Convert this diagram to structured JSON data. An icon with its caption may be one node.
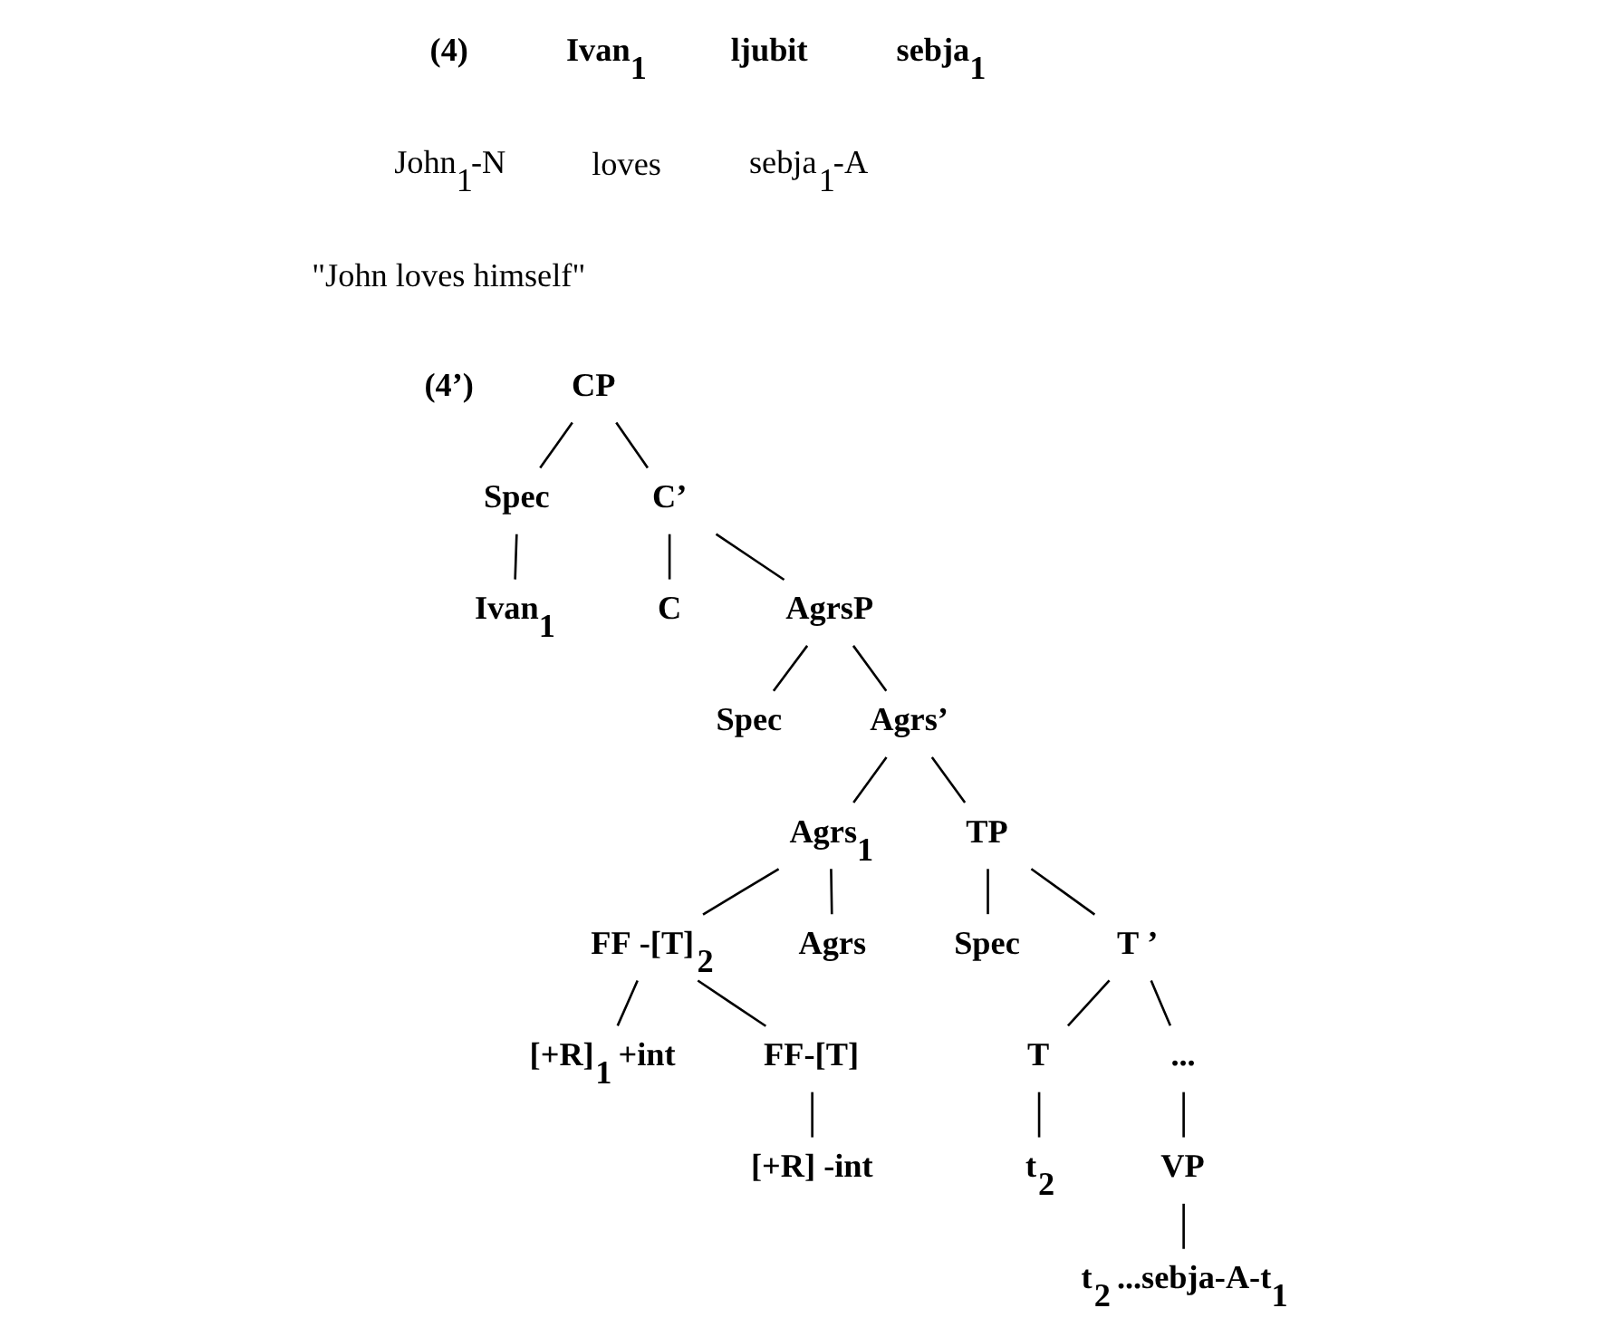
{
  "diagram": {
    "nodes": [
      {
        "text": [
          "CP"
        ]
      },
      {
        "text": [
          "Spec"
        ]
      },
      {
        "text": [
          "C’"
        ]
      },
      {
        "text": [
          "Ivan$_{1}$"
        ]
      },
      {
        "text": [
          "C"
        ]
      },
      {
        "text": [
          "AgrsP"
        ]
      },
      {
        "text": [
          "Spec"
        ]
      },
      {
        "text": [
          "Agrs’"
        ]
      },
      {
        "text": [
          "Agrs$_{1}$"
        ]
      },
      {
        "text": [
          "TP"
        ]
      },
      {
        "text": [
          "FF -[T]$_{2}$"
        ]
      },
      {
        "text": [
          "Agrs"
        ]
      },
      {
        "text": [
          "Spec"
        ]
      },
      {
        "text": [
          "T ’"
        ]
      },
      {
        "text": [
          "[+R]$_{1}$ +int"
        ]
      },
      {
        "text": [
          "FF-[T]"
        ]
      },
      {
        "text": [
          "T"
        ]
      },
      {
        "text": [
          "..."
        ]
      },
      {
        "text": [
          "[+R] -int"
        ]
      },
      {
        "text": [
          "t$_{2}$"
        ]
      },
      {
        "text": [
          "VP"
        ]
      },
      {
        "text": [
          "t$_{2}$ ...sebja-A-t$_{1}$"
        ]
      }
    ],
    "edges": [
      {
        "from": 0,
        "to": 1,
        "arrow": "none"
      },
      {
        "from": 0,
        "to": 2,
        "arrow": "none"
      },
      {
        "from": 1,
        "to": 3,
        "arrow": "none"
      },
      {
        "from": 2,
        "to": 4,
        "arrow": "none"
      },
      {
        "from": 2,
        "to": 5,
        "arrow": "none"
      },
      {
        "from": 5,
        "to": 6,
        "arrow": "none"
      },
      {
        "from": 5,
        "to": 7,
        "arrow": "none"
      },
      {
        "from": 7,
        "to": 8,
        "arrow": "none"
      },
      {
        "from": 7,
        "to": 9,
        "arrow": "none"
      },
      {
        "from": 8,
        "to": 10,
        "arrow": "none"
      },
      {
        "from": 8,
        "to": 11,
        "arrow": "none"
      },
      {
        "from": 9,
        "to": 12,
        "arrow": "none"
      },
      {
        "from": 9,
        "to": 13,
        "arrow": "none"
      },
      {
        "from": 10,
        "to": 14,
        "arrow": "none"
      },
      {
        "from": 10,
        "to": 15,
        "arrow": "none"
      },
      {
        "from": 13,
        "to": 16,
        "arrow": "none"
      },
      {
        "from": 13,
        "to": 17,
        "arrow": "none"
      },
      {
        "from": 15,
        "to": 18,
        "arrow": "none"
      },
      {
        "from": 16,
        "to": 19,
        "arrow": "none"
      },
      {
        "from": 17,
        "to": 20,
        "arrow": "none"
      },
      {
        "from": 20,
        "to": 21,
        "arrow": "none"
      }
    ],
    "labels": [
      "(4)",
      "Ivan$_{1}$",
      "ljubit",
      "sebja$_{1}$",
      "John$_{1}$-N",
      "loves",
      "sebja$_{1}$-A",
      "\"John loves himself\"",
      "(4’)"
    ]
  }
}
